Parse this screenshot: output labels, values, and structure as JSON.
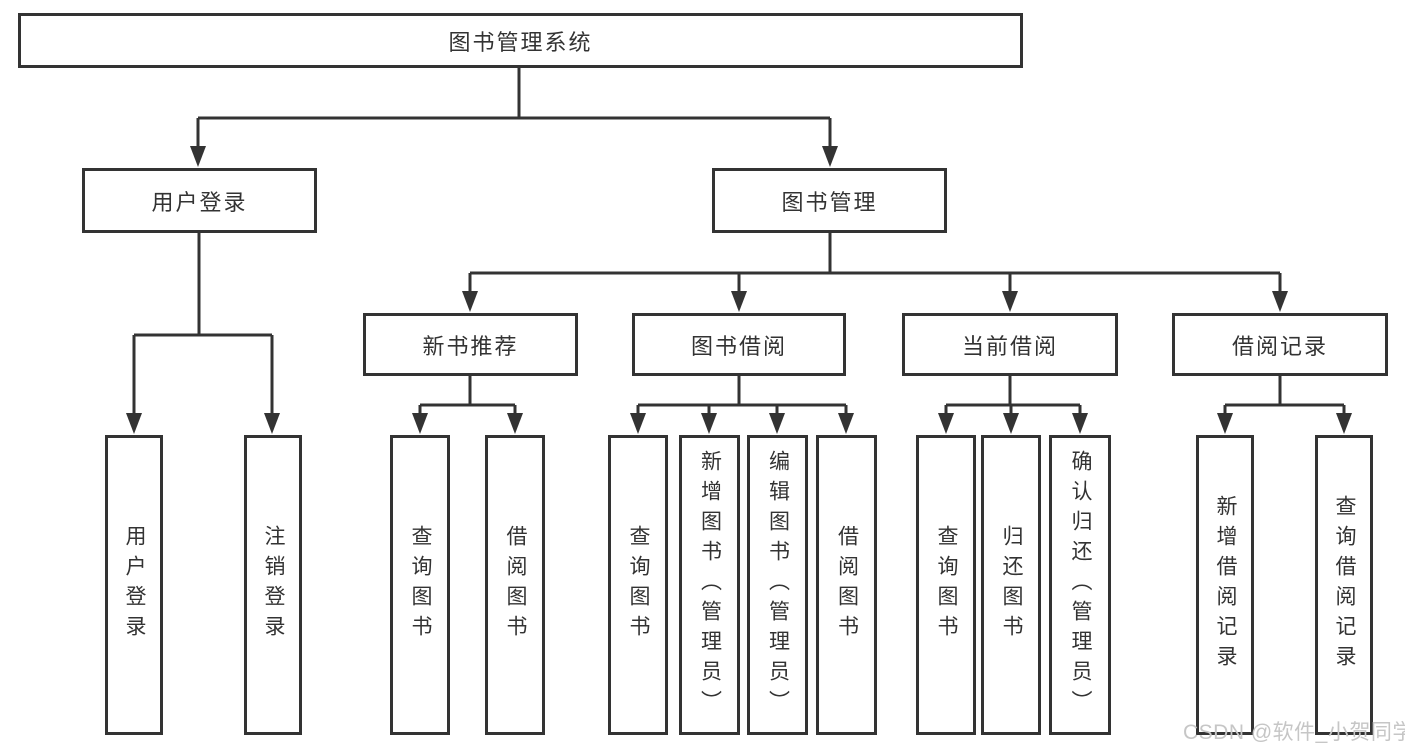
{
  "tree": {
    "root": {
      "label": "图书管理系统"
    },
    "branches": [
      {
        "label": "用户登录",
        "children": [
          {
            "label": "用户登录"
          },
          {
            "label": "注销登录"
          }
        ]
      },
      {
        "label": "图书管理",
        "sections": [
          {
            "label": "新书推荐",
            "children": [
              {
                "label": "查询图书"
              },
              {
                "label": "借阅图书"
              }
            ]
          },
          {
            "label": "图书借阅",
            "children": [
              {
                "label": "查询图书"
              },
              {
                "label": "新增图书（管理员）"
              },
              {
                "label": "编辑图书（管理员）"
              },
              {
                "label": "借阅图书"
              }
            ]
          },
          {
            "label": "当前借阅",
            "children": [
              {
                "label": "查询图书"
              },
              {
                "label": "归还图书"
              },
              {
                "label": "确认归还（管理员）"
              }
            ]
          },
          {
            "label": "借阅记录",
            "children": [
              {
                "label": "新增借阅记录"
              },
              {
                "label": "查询借阅记录"
              }
            ]
          }
        ]
      }
    ]
  },
  "watermark": {
    "text": "CSDN @软件_小贺同学"
  },
  "colors": {
    "line": "#333333",
    "text": "#333333",
    "box_background": "#ffffff",
    "page_background": "#ffffff",
    "watermark": "#c6c6c6"
  }
}
